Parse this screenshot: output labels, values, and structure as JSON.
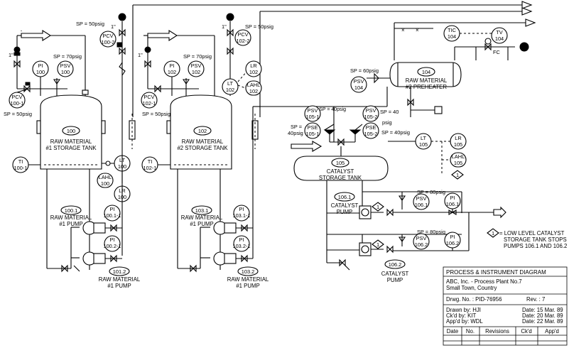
{
  "diagram": {
    "tanks": [
      {
        "id": "tank-100",
        "tag": "100",
        "name": [
          "RAW MATERIAL",
          "#1 STORAGE TANK"
        ]
      },
      {
        "id": "tank-102",
        "tag": "102",
        "name": [
          "RAW MATERIAL",
          "#2 STORAGE TANK"
        ]
      },
      {
        "id": "tank-105",
        "tag": "105",
        "name": [
          "CATALYST",
          "STORAGE TANK"
        ]
      },
      {
        "id": "preheater-104",
        "tag": "104",
        "name": [
          "RAW MATERIAL",
          "#2 PREHEATER"
        ]
      }
    ],
    "pumps": [
      {
        "tag": "100.1",
        "name": [
          "RAW MATERIAL",
          "#1 PUMP"
        ]
      },
      {
        "tag": "101.2",
        "name": [
          "RAW MATERIAL",
          "#1 PUMP"
        ]
      },
      {
        "tag": "103.1",
        "name": [
          "RAW MATERIAL",
          "#1 PUMP"
        ]
      },
      {
        "tag": "103.2",
        "name": [
          "RAW MATERIAL",
          "#1 PUMP"
        ]
      },
      {
        "tag": "106.1",
        "name": [
          "CATALYST",
          "PUMP"
        ]
      },
      {
        "tag": "106.2",
        "name": [
          "CATALYST",
          "PUMP"
        ]
      }
    ],
    "instruments": {
      "pcv_100_1": [
        "PCV",
        "100-1"
      ],
      "pi_100": [
        "PI",
        "100"
      ],
      "psv_100": [
        "PSV",
        "100"
      ],
      "pcv_100_2": [
        "PCV",
        "100-2"
      ],
      "lt_100": [
        "LT",
        "100"
      ],
      "lahl_100": [
        "LAHL",
        "100"
      ],
      "lr_100": [
        "LR",
        "100"
      ],
      "ti_100_1": [
        "TI",
        "100-1"
      ],
      "pi_100_1_1": [
        "PI",
        "100.1-1"
      ],
      "pi_100_2_1": [
        "PI",
        "100.2-1"
      ],
      "pcv_102_1": [
        "PCV",
        "102-1"
      ],
      "pi_102": [
        "PI",
        "102"
      ],
      "psv_102": [
        "PSV",
        "102"
      ],
      "pcv_102_2": [
        "PCV",
        "102-2"
      ],
      "lt_102": [
        "LT",
        "102"
      ],
      "lr_102": [
        "LR",
        "102"
      ],
      "lahl_102": [
        "LAHL",
        "102"
      ],
      "ti_102_1": [
        "TI",
        "102-1"
      ],
      "pi_103_1_1": [
        "PI",
        "103.1-1"
      ],
      "pi_103_2_1": [
        "PI",
        "103.2-1"
      ],
      "psv_104": [
        "PSV",
        "104"
      ],
      "tic_104": [
        "TIC",
        "104"
      ],
      "tv_104": [
        "TV",
        "104"
      ],
      "fc": "FC",
      "psv_105_1": [
        "PSV",
        "105-1"
      ],
      "psv_105_2": [
        "PSV",
        "105-2"
      ],
      "pse_105_1": [
        "PSE",
        "105-1"
      ],
      "pse_105_2": [
        "PSE",
        "105-2"
      ],
      "lt_105": [
        "LT",
        "105"
      ],
      "lr_105": [
        "LR",
        "105"
      ],
      "lahl_105": [
        "LAHL",
        "105"
      ],
      "psv_106_1": [
        "PSV",
        "106.1"
      ],
      "psv_106_2": [
        "PSV",
        "106.2"
      ],
      "pi_106_1": [
        "PI",
        "106.1"
      ],
      "pi_106_2": [
        "PI",
        "106.2"
      ]
    },
    "setpoints": {
      "sp50_pcv1002": "SP = 50psig",
      "sp70_tank100": "SP = 70psig",
      "sp50_pcv1001": "SP = 50psig",
      "sp50_pcv1022": "SP = 50psig",
      "sp70_tank102": "SP = 70psig",
      "sp50_pcv1021": "SP = 50psig",
      "sp60_psv104": "SP = 60psig",
      "sp40_psv1051": "SP = 40psig",
      "sp40_psv1052": "SP = 40",
      "sp40_psv1052b": "psig",
      "sp40_pse1051a": "SP =",
      "sp40_pse1051b": "40psig",
      "sp40_pse1052": "SP = 40psig",
      "sp80_psv1061": "SP = 80psig",
      "sp80_psv1062": "SP = 80psig"
    },
    "line_size": "1\"",
    "interlock_number": "1",
    "interlock_note": [
      "= LOW LEVEL CATALYST",
      "STORAGE TANK STOPS",
      "PUMPS 106.1 AND 106.2"
    ]
  },
  "title_block": {
    "heading": "PROCESS & INSTRUMENT DIAGRAM",
    "company": "ABC, Inc. - Process Plant No.7",
    "location": "Small Town, Country",
    "drawing_no": "Drwg. No. : PID-76956",
    "revision": "Rev. : 7",
    "drawn_by": "Drawn by: HJI",
    "drawn_date": "Date: 15 Mar. 89",
    "checked_by": "Ck'd by: KIT",
    "checked_date": "Date: 20 Mar. 89",
    "approved_by": "App'd by: WDL",
    "approved_date": "Date: 22 Mar. 89",
    "columns": [
      "Date",
      "No.",
      "Revisions",
      "Ck'd",
      "App'd"
    ]
  }
}
